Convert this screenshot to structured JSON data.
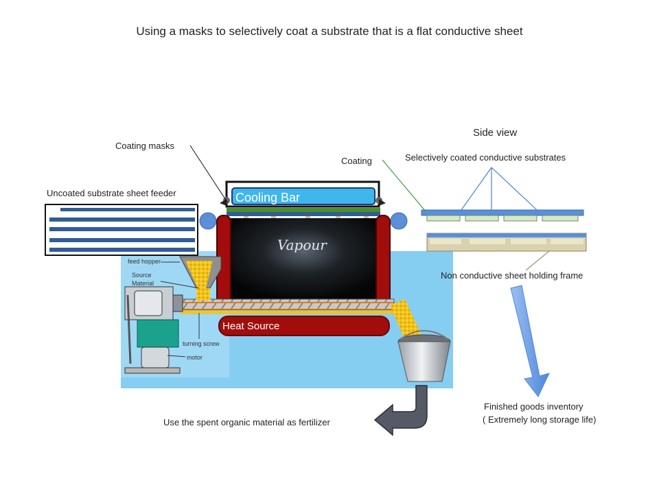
{
  "title": "Using a masks to selectively coat a substrate that is a flat conductive sheet",
  "labels": {
    "side_view": "Side view",
    "coating_masks": "Coating masks",
    "coating": "Coating",
    "selectively_coated": "Selectively coated conductive substrates",
    "uncoated_feeder": "Uncoated substrate sheet feeder",
    "cooling_bar": "Cooling Bar",
    "vapour": "Vapour",
    "heat_source": "Heat Source",
    "holding_frame": "Non conductive sheet holding frame",
    "fertilizer": "Use the spent organic material as fertilizer",
    "finished_goods_line1": "Finished goods inventory",
    "finished_goods_line2": "( Extremely long storage life)"
  },
  "machine_labels": {
    "feed_hopper": "feed hopper",
    "source_material_line1": "Source",
    "source_material_line2": "Material",
    "turning_screw": "turning screw",
    "motor": "motor"
  },
  "colors": {
    "cooling_bar": "#3fb6ec",
    "heat_source": "#a00d0b",
    "chamber": "#0a0a0a",
    "substrate_stripe": "#2f5d96",
    "light_blue_panel": "#86cdf2",
    "arrow_blue": "#6e9fe6",
    "return_arrow": "#555a66",
    "source_material": "#f2c417"
  }
}
